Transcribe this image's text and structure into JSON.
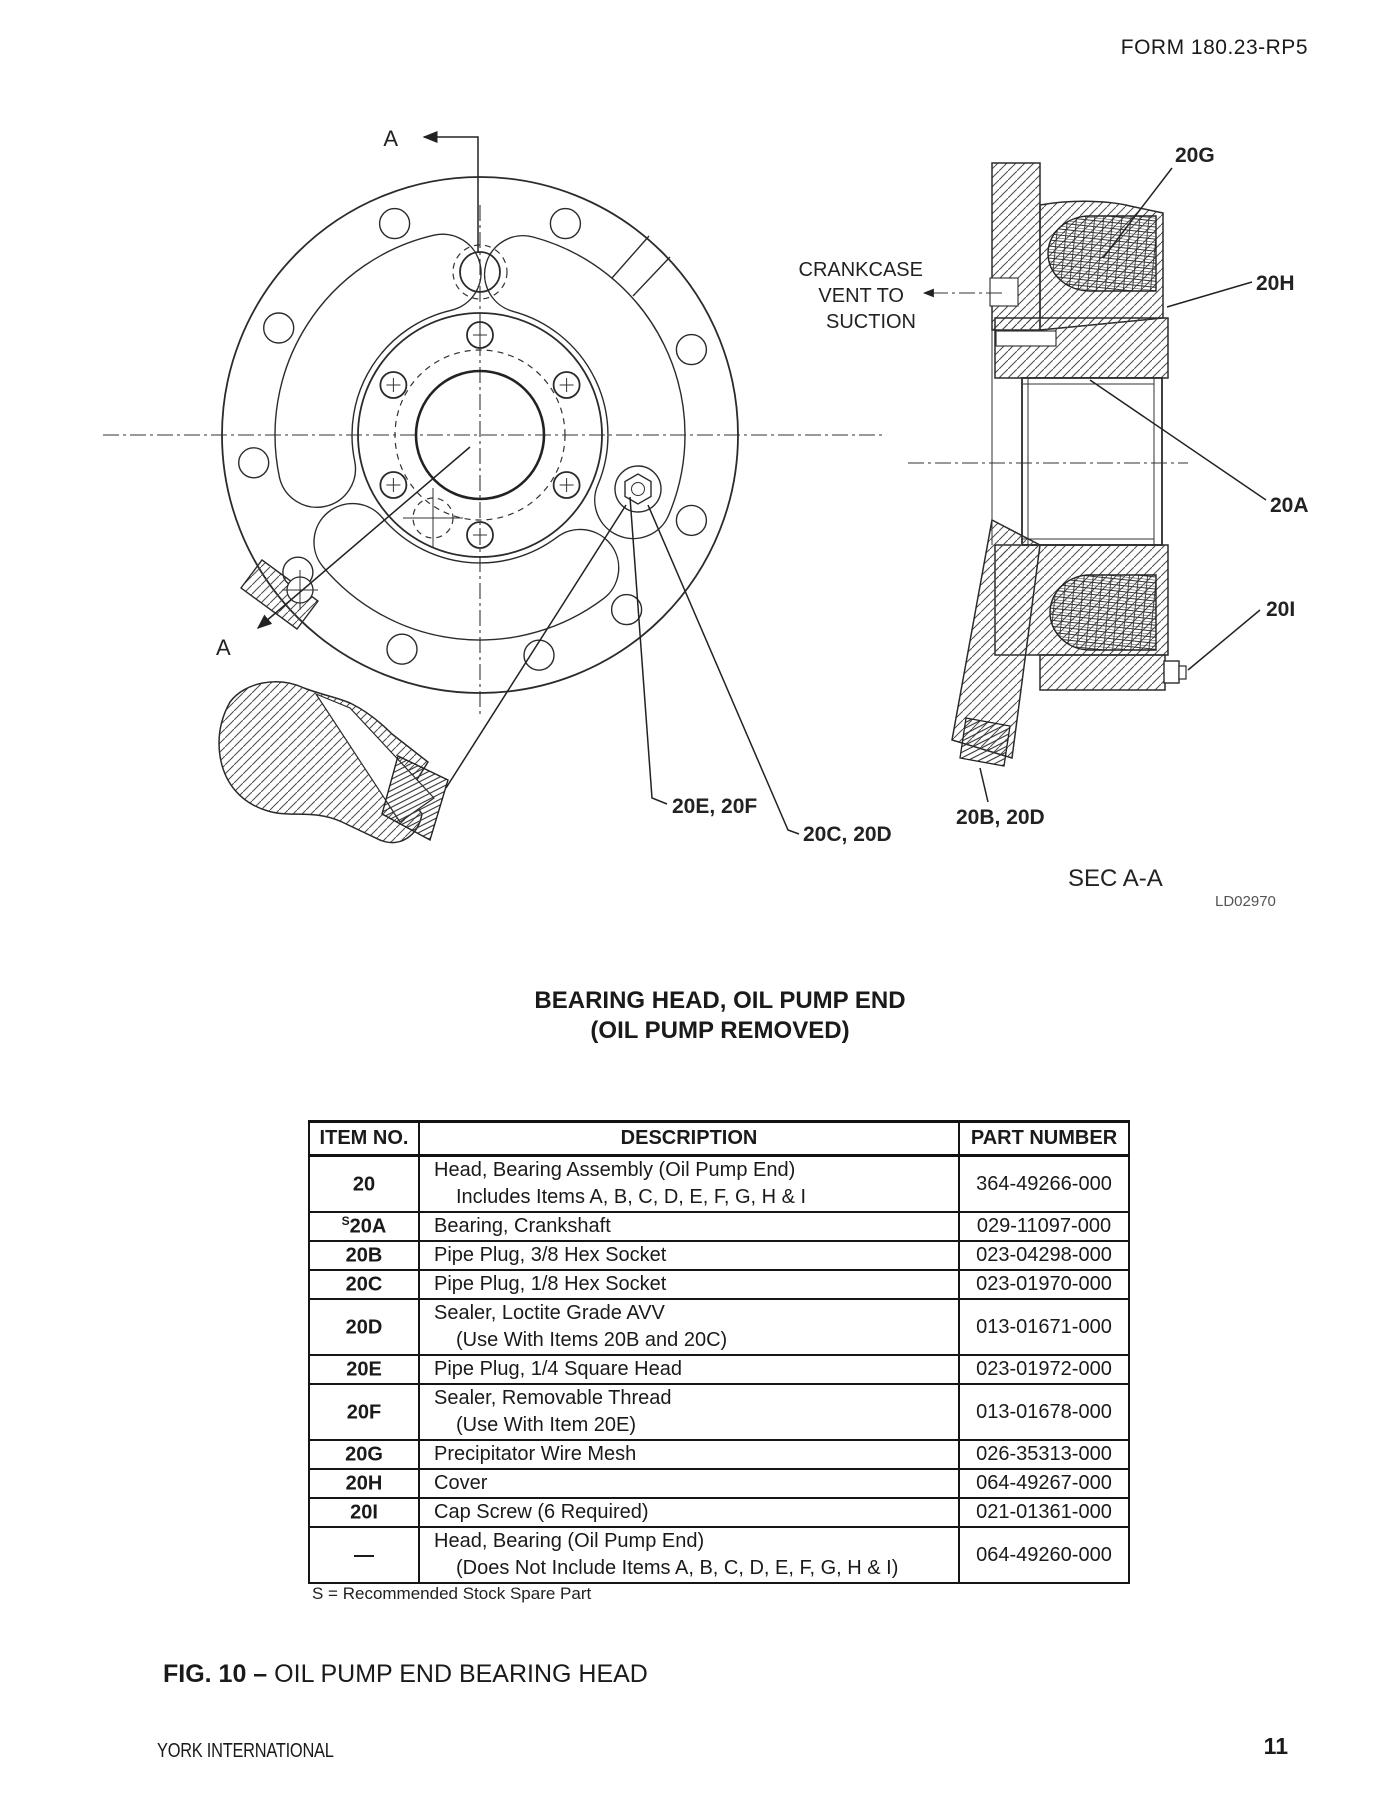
{
  "page": {
    "form_number": "FORM 180.23-RP5",
    "footer_left": "YORK INTERNATIONAL",
    "page_number": "11"
  },
  "figure": {
    "title_line1": "BEARING HEAD, OIL PUMP END",
    "title_line2": "(OIL PUMP REMOVED)",
    "caption_prefix": "FIG. 10 –",
    "caption_text": "OIL PUMP END BEARING HEAD",
    "section_label": "SEC A-A",
    "drawing_id": "LD02970",
    "annotation_crankcase": [
      "CRANKCASE",
      "VENT TO",
      "SUCTION"
    ],
    "labels": {
      "section_arrow_top": "A",
      "section_arrow_bottom": "A",
      "l20g": "20G",
      "l20h": "20H",
      "l20a": "20A",
      "l20i": "20I",
      "l20e_20f": "20E, 20F",
      "l20c_20d": "20C, 20D",
      "l20b_20d": "20B, 20D"
    }
  },
  "parts_table": {
    "headers": [
      "ITEM NO.",
      "DESCRIPTION",
      "PART NUMBER"
    ],
    "rows": [
      {
        "item_prefix": "",
        "item": "20",
        "desc_line1": "Head, Bearing  Assembly (Oil Pump End)",
        "desc_line2": "Includes Items A, B, C, D, E, F, G, H & I",
        "part": "364-49266-000"
      },
      {
        "item_prefix": "S",
        "item": "20A",
        "desc_line1": "Bearing, Crankshaft",
        "desc_line2": "",
        "part": "029-11097-000"
      },
      {
        "item_prefix": "",
        "item": "20B",
        "desc_line1": "Pipe Plug, 3/8 Hex Socket",
        "desc_line2": "",
        "part": "023-04298-000"
      },
      {
        "item_prefix": "",
        "item": "20C",
        "desc_line1": "Pipe Plug, 1/8 Hex Socket",
        "desc_line2": "",
        "part": "023-01970-000"
      },
      {
        "item_prefix": "",
        "item": "20D",
        "desc_line1": "Sealer, Loctite Grade AVV",
        "desc_line2": "(Use With Items 20B and 20C)",
        "part": "013-01671-000"
      },
      {
        "item_prefix": "",
        "item": "20E",
        "desc_line1": "Pipe Plug, 1/4 Square Head",
        "desc_line2": "",
        "part": "023-01972-000"
      },
      {
        "item_prefix": "",
        "item": "20F",
        "desc_line1": "Sealer, Removable Thread",
        "desc_line2": "(Use With Item 20E)",
        "part": "013-01678-000"
      },
      {
        "item_prefix": "",
        "item": "20G",
        "desc_line1": "Precipitator Wire Mesh",
        "desc_line2": "",
        "part": "026-35313-000"
      },
      {
        "item_prefix": "",
        "item": "20H",
        "desc_line1": "Cover",
        "desc_line2": "",
        "part": "064-49267-000"
      },
      {
        "item_prefix": "",
        "item": "20I",
        "desc_line1": "Cap Screw (6 Required)",
        "desc_line2": "",
        "part": "021-01361-000"
      },
      {
        "item_prefix": "",
        "item": "—",
        "desc_line1": "Head, Bearing (Oil Pump End)",
        "desc_line2": "(Does Not Include Items A, B, C, D, E, F, G, H & I)",
        "part": "064-49260-000"
      }
    ],
    "footnote": "S = Recommended Stock Spare Part"
  }
}
